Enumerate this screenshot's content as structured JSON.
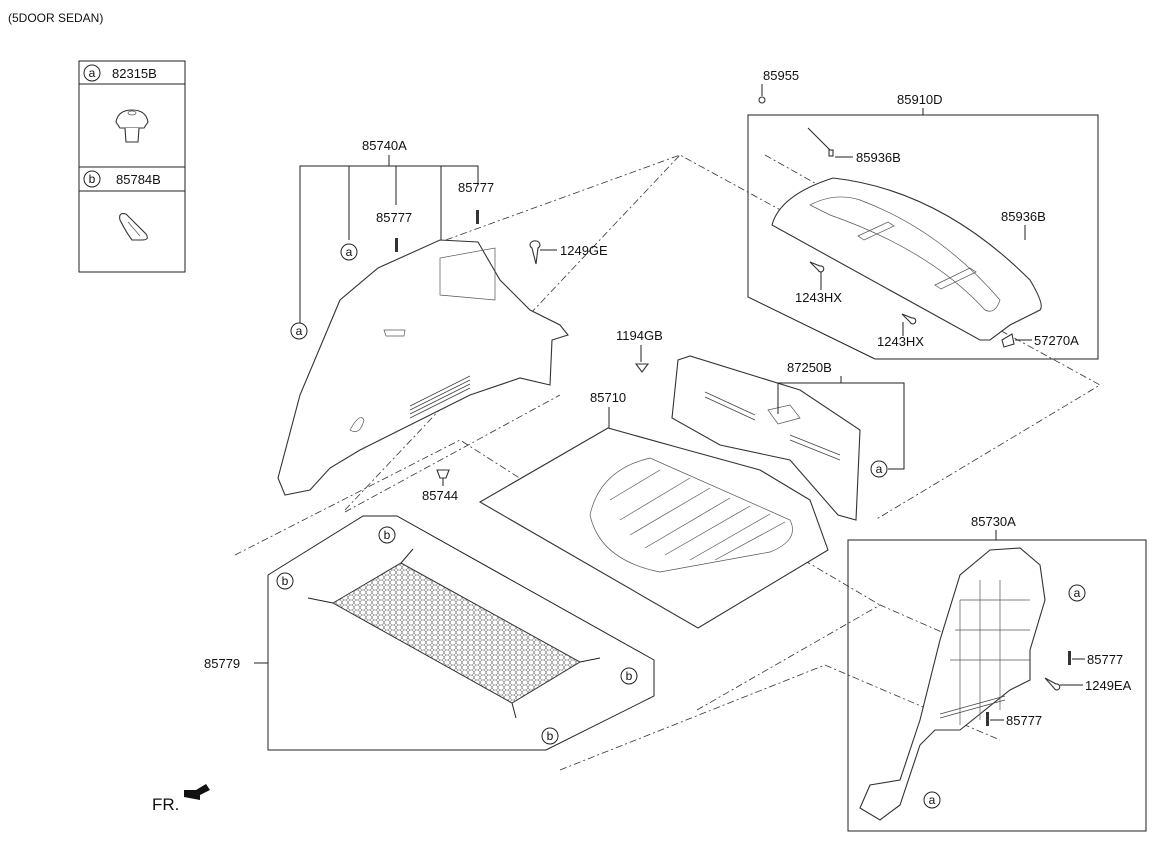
{
  "header": {
    "title": "(5DOOR SEDAN)"
  },
  "legend": [
    {
      "key": "a",
      "part": "82315B",
      "icon": "clip-fastener-icon"
    },
    {
      "key": "b",
      "part": "85784B",
      "icon": "hook-clip-icon"
    }
  ],
  "assemblies": {
    "side_trim_left": {
      "part": "85740A",
      "callouts": [
        "85777",
        "85777",
        "1249GE",
        "85744"
      ],
      "ref_keys": [
        "a",
        "a"
      ]
    },
    "package_tray": {
      "part": "85910D",
      "callouts": [
        "85955",
        "85936B",
        "85936B",
        "1243HX",
        "1243HX",
        "57270A"
      ]
    },
    "floor_covering": {
      "part": "85710"
    },
    "transverse_trim": {
      "part": "87250B",
      "callouts": [
        "1194GB"
      ],
      "ref_keys": [
        "a"
      ]
    },
    "side_trim_right": {
      "part": "85730A",
      "callouts": [
        "85777",
        "1249EA",
        "85777"
      ],
      "ref_keys": [
        "a",
        "a"
      ]
    },
    "luggage_net": {
      "part": "85779",
      "ref_keys": [
        "b",
        "b",
        "b",
        "b"
      ]
    }
  },
  "direction": {
    "label": "FR.",
    "icon": "front-arrow-icon"
  }
}
